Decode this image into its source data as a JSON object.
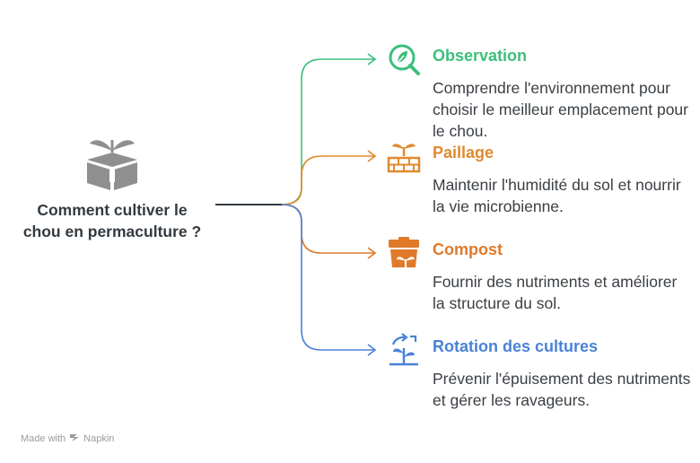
{
  "central": {
    "title": "Comment cultiver le chou en permaculture ?",
    "icon": "gift-sprout-icon",
    "color": "#8f8f8f"
  },
  "branches": [
    {
      "id": "observation",
      "title": "Observation",
      "description": "Comprendre l'environnement pour choisir le meilleur emplacement pour le chou.",
      "icon": "magnifier-leaf-icon",
      "color": "#3dbf7a"
    },
    {
      "id": "paillage",
      "title": "Paillage",
      "description": "Maintenir l'humidité du sol et nourrir la vie microbienne.",
      "icon": "sprout-brick-icon",
      "color": "#e08a2e"
    },
    {
      "id": "compost",
      "title": "Compost",
      "description": "Fournir des nutriments et améliorer la structure du sol.",
      "icon": "compost-bin-sprout-icon",
      "color": "#e07a2a"
    },
    {
      "id": "rotation",
      "title": "Rotation des cultures",
      "description": "Prévenir l'épuisement des nutriments et gérer les ravageurs.",
      "icon": "plant-rotation-icon",
      "color": "#4a82d6"
    }
  ],
  "footer": {
    "made_with": "Made with",
    "brand": "Napkin",
    "icon": "napkin-logo-icon"
  }
}
